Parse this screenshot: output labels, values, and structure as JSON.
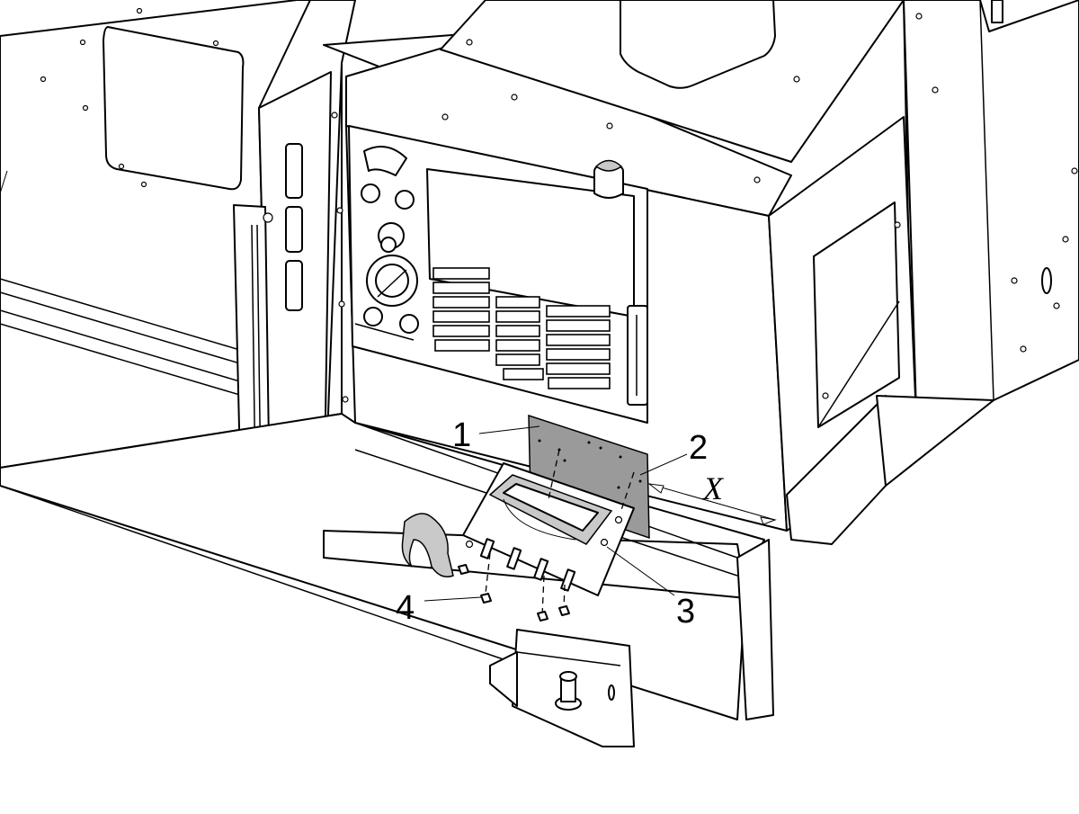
{
  "diagram": {
    "callouts": [
      {
        "id": "1",
        "text": "1"
      },
      {
        "id": "2",
        "text": "2"
      },
      {
        "id": "3",
        "text": "3"
      },
      {
        "id": "4",
        "text": "4"
      }
    ],
    "dimension_label": "X"
  }
}
